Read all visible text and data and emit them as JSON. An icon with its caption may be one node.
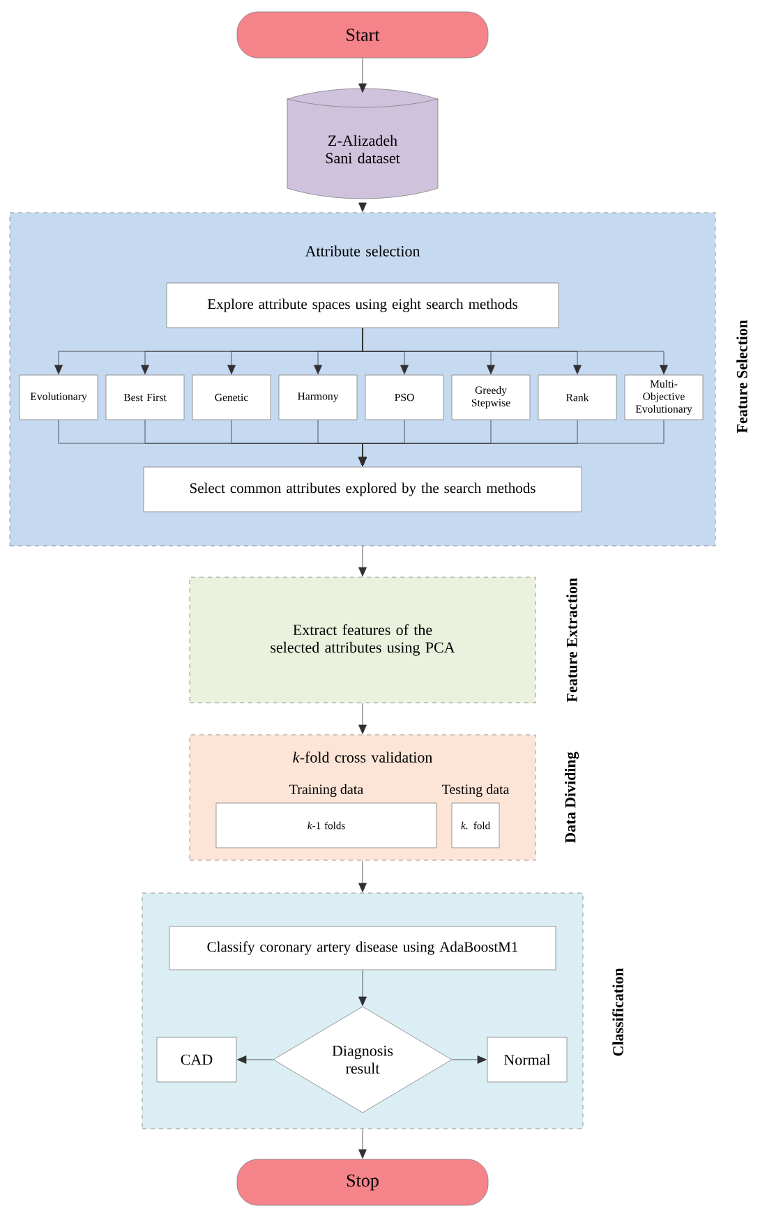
{
  "diagram": {
    "nodes": [
      {
        "text": [
          "Start"
        ]
      },
      {
        "text": [
          "Z-Alizadeh Sani dataset"
        ]
      },
      {
        "text": [
          "Attribute selection"
        ],
        "beside": [
          "Feature Selection"
        ]
      },
      {
        "text": [
          "Explore attribute spaces using eight search methods"
        ],
        "in": 2
      },
      {
        "text": [
          "Evolutionary"
        ],
        "in": 2
      },
      {
        "text": [
          "Best First"
        ],
        "in": 2
      },
      {
        "text": [
          "Genetic"
        ],
        "in": 2
      },
      {
        "text": [
          "Harmony"
        ],
        "in": 2
      },
      {
        "text": [
          "PSO"
        ],
        "in": 2
      },
      {
        "text": [
          "Greedy Stepwise"
        ],
        "in": 2
      },
      {
        "text": [
          "Rank"
        ],
        "in": 2
      },
      {
        "text": [
          "Multi-Objective Evolutionary"
        ],
        "in": 2
      },
      {
        "text": [
          "Select common attributes explored by the search methods"
        ],
        "in": 2
      },
      {
        "text": [
          "Extract features of the selected attributes using PCA"
        ],
        "beside": [
          "Feature Extraction"
        ]
      },
      {
        "text": [
          "*k*-fold cross validation"
        ],
        "beside": [
          "Data Dividing"
        ]
      },
      {
        "text": [
          "Training data",
          "*k*-1 folds"
        ],
        "in": 14
      },
      {
        "text": [
          "Testing data",
          "*k*. fold"
        ],
        "in": 14
      },
      {
        "text": [],
        "shape": "box",
        "beside": [
          "Classification"
        ]
      },
      {
        "text": [
          "Classify coronary artery disease using AdaBoostM1"
        ],
        "in": 17
      },
      {
        "text": [
          "Diagnosis result"
        ],
        "in": 17
      },
      {
        "text": [
          "CAD"
        ],
        "in": 17
      },
      {
        "text": [
          "Normal"
        ],
        "in": 17
      },
      {
        "text": [
          "Stop"
        ]
      }
    ],
    "edges": [
      {
        "from": 0,
        "to": 1,
        "arrow": "to"
      },
      {
        "from": 1,
        "to": 2,
        "arrow": "to"
      },
      {
        "from": 3,
        "to": 4,
        "arrow": "to"
      },
      {
        "from": 3,
        "to": 5,
        "arrow": "to"
      },
      {
        "from": 3,
        "to": 6,
        "arrow": "to"
      },
      {
        "from": 3,
        "to": 7,
        "arrow": "to"
      },
      {
        "from": 3,
        "to": 8,
        "arrow": "to"
      },
      {
        "from": 3,
        "to": 9,
        "arrow": "to"
      },
      {
        "from": 3,
        "to": 10,
        "arrow": "to"
      },
      {
        "from": 3,
        "to": 11,
        "arrow": "to"
      },
      {
        "from": 4,
        "to": 12,
        "arrow": "to"
      },
      {
        "from": 5,
        "to": 12,
        "arrow": "to"
      },
      {
        "from": 6,
        "to": 12,
        "arrow": "to"
      },
      {
        "from": 7,
        "to": 12,
        "arrow": "to"
      },
      {
        "from": 8,
        "to": 12,
        "arrow": "to"
      },
      {
        "from": 9,
        "to": 12,
        "arrow": "to"
      },
      {
        "from": 10,
        "to": 12,
        "arrow": "to"
      },
      {
        "from": 11,
        "to": 12,
        "arrow": "to"
      },
      {
        "from": 2,
        "to": 13,
        "arrow": "to"
      },
      {
        "from": 13,
        "to": 14,
        "arrow": "to"
      },
      {
        "from": 14,
        "to": 17,
        "arrow": "to"
      },
      {
        "from": 18,
        "to": 19,
        "arrow": "to"
      },
      {
        "from": 19,
        "to": 20,
        "arrow": "to"
      },
      {
        "from": 19,
        "to": 21,
        "arrow": "to"
      },
      {
        "from": 17,
        "to": 22,
        "arrow": "to"
      }
    ]
  }
}
